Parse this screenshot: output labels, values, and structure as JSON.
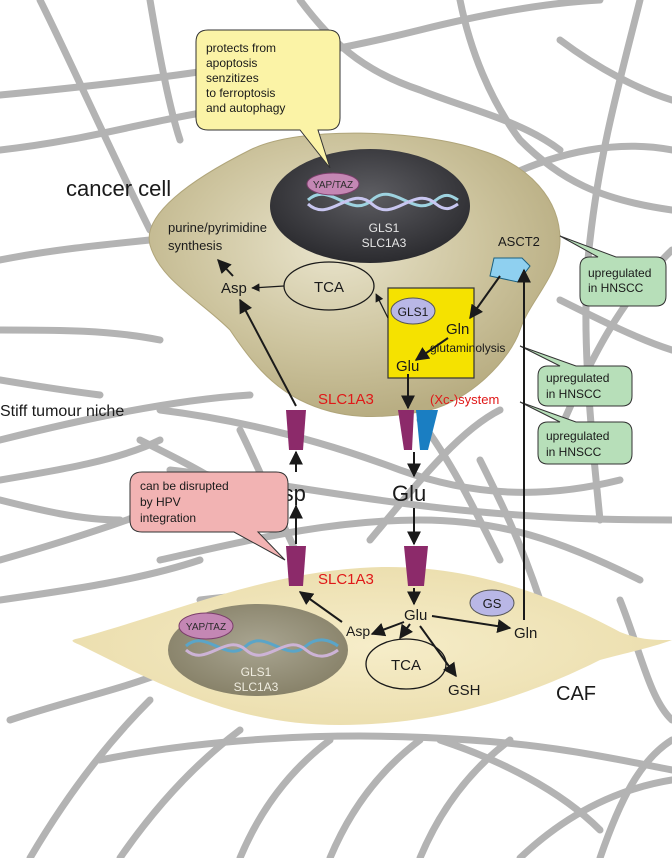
{
  "labels": {
    "cancer_cell": "cancer cell",
    "stiff_niche": "Stiff tumour niche",
    "caf": "CAF",
    "purine_line1": "purine/pyrimidine",
    "purine_line2": "synthesis",
    "asct2": "ASCT2",
    "glutaminolysis": "glutaminolysis",
    "slc1a3_top": "SLC1A3",
    "xc_system": "(Xc-)system",
    "slc1a3_bottom": "SLC1A3"
  },
  "nuclei": {
    "cancer": {
      "yap_taz": "YAP/TAZ",
      "gene1": "GLS1",
      "gene2": "SLC1A3"
    },
    "caf": {
      "yap_taz": "YAP/TAZ",
      "gene1": "GLS1",
      "gene2": "SLC1A3"
    }
  },
  "metabolites": {
    "asp_cell": "Asp",
    "tca_cell": "TCA",
    "gls1": "GLS1",
    "gln_cell": "Gln",
    "glu_cell": "Glu",
    "asp_extra": "Asp",
    "glu_extra": "Glu",
    "asp_caf": "Asp",
    "glu_caf": "Glu",
    "gs": "GS",
    "gln_caf": "Gln",
    "tca_caf": "TCA",
    "gsh": "GSH"
  },
  "callouts": {
    "yellow": [
      "protects from",
      "apoptosis",
      "senzitizes",
      "to ferroptosis",
      "and autophagy"
    ],
    "pink": [
      "can be disrupted",
      "by HPV",
      "integration"
    ],
    "green1": [
      "upregulated",
      "in HNSCC"
    ],
    "green2": [
      "upregulated",
      "in HNSCC"
    ],
    "green3": [
      "upregulated",
      "in HNSCC"
    ]
  },
  "colors": {
    "fiber": "#b3b3b3",
    "cancer_cell_fill": "#c8bf96",
    "caf_fill": "#f2e6bd",
    "nucleus": "#3a3a3e",
    "transporter_purple": "#8c2a6a",
    "transporter_blue": "#1a7ec2",
    "asct2": "#8fd0f0",
    "glutaminolysis_box": "#f5e200",
    "red_text": "#e01818",
    "callout_yellow": "#fbf3a6",
    "callout_pink": "#f2b3b3",
    "callout_green": "#b7dfb9",
    "enzyme_lavender": "#b9b7e6",
    "yap_taz": "#c487b4"
  }
}
